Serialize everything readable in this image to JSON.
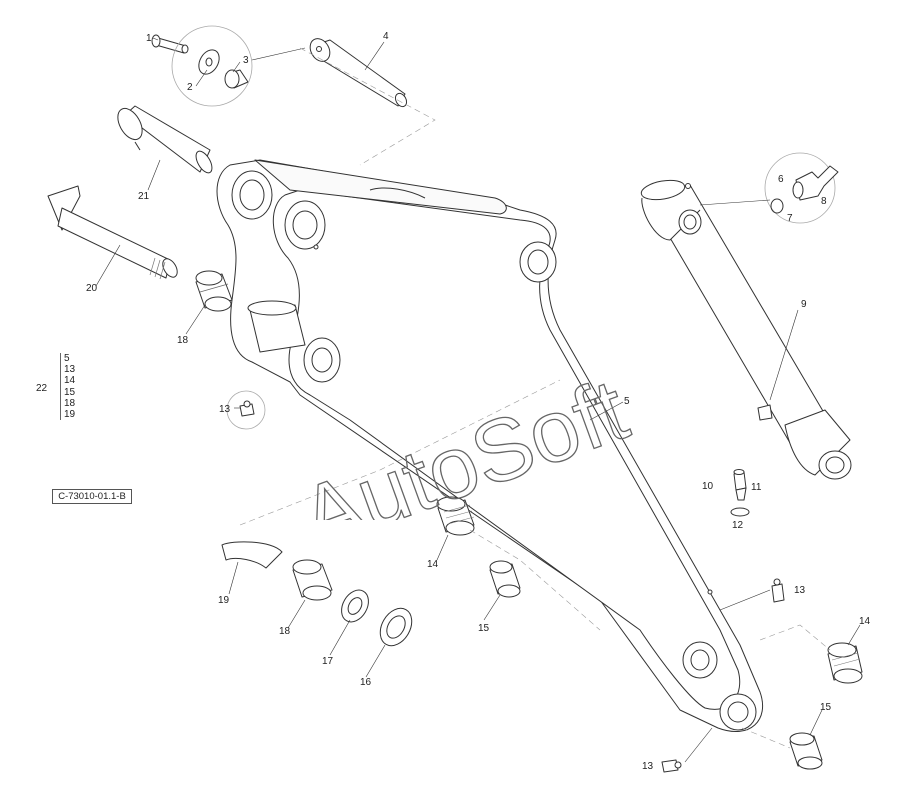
{
  "diagram": {
    "ref_code": "C-73010-01.1-B",
    "watermark": "AutoSoft",
    "kit": {
      "label": "22",
      "items": [
        "5",
        "13",
        "14",
        "15",
        "18",
        "19"
      ]
    },
    "callouts": {
      "c1": "1",
      "c2": "2",
      "c3": "3",
      "c4": "4",
      "c5": "5",
      "c6": "6",
      "c7": "7",
      "c8": "8",
      "c9": "9",
      "c10": "10",
      "c11": "11",
      "c12": "12",
      "c13a": "13",
      "c13b": "13",
      "c13c": "13",
      "c14a": "14",
      "c14b": "14",
      "c15a": "15",
      "c15b": "15",
      "c16": "16",
      "c17": "17",
      "c18a": "18",
      "c18b": "18",
      "c19": "19",
      "c20": "20",
      "c21": "21"
    },
    "colors": {
      "line": "#333333",
      "light_line": "#999999",
      "watermark_stroke": "#666666"
    }
  }
}
